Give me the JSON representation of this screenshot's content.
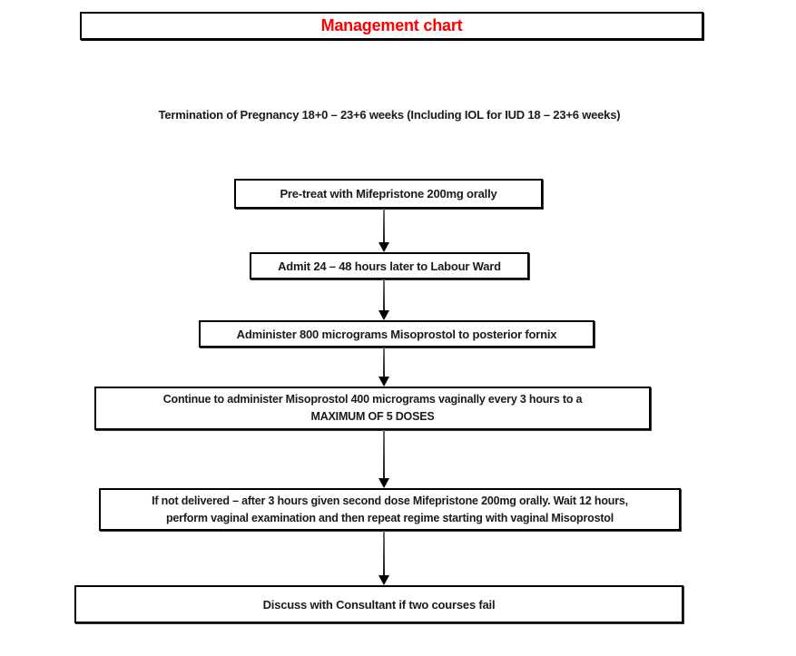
{
  "title": "Management chart",
  "subtitle": "Termination of Pregnancy 18+0 – 23+6 weeks (Including IOL for IUD 18 – 23+6 weeks)",
  "colors": {
    "title_text": "#ff0000",
    "body_text": "#1b1b1b",
    "box_border": "#000000",
    "background": "#ffffff"
  },
  "flowchart": {
    "steps": [
      {
        "id": "pretreat-mifepristone",
        "lines": [
          "Pre-treat with Mifepristone 200mg orally"
        ]
      },
      {
        "id": "admit-labour-ward",
        "lines": [
          "Admit 24 – 48 hours later to Labour Ward"
        ]
      },
      {
        "id": "administer-misoprostol-800",
        "lines": [
          "Administer 800 micrograms Misoprostol to posterior fornix"
        ]
      },
      {
        "id": "continue-misoprostol-400",
        "lines": [
          "Continue to administer Misoprostol 400 micrograms vaginally every 3 hours to a",
          "MAXIMUM OF 5 DOSES"
        ]
      },
      {
        "id": "if-not-delivered-repeat",
        "lines": [
          "If not delivered – after 3 hours given second dose Mifepristone 200mg orally.  Wait 12 hours,",
          "perform vaginal examination and then repeat regime starting with vaginal Misoprostol"
        ]
      },
      {
        "id": "discuss-consultant",
        "lines": [
          "Discuss with Consultant if two courses fail"
        ]
      }
    ]
  }
}
